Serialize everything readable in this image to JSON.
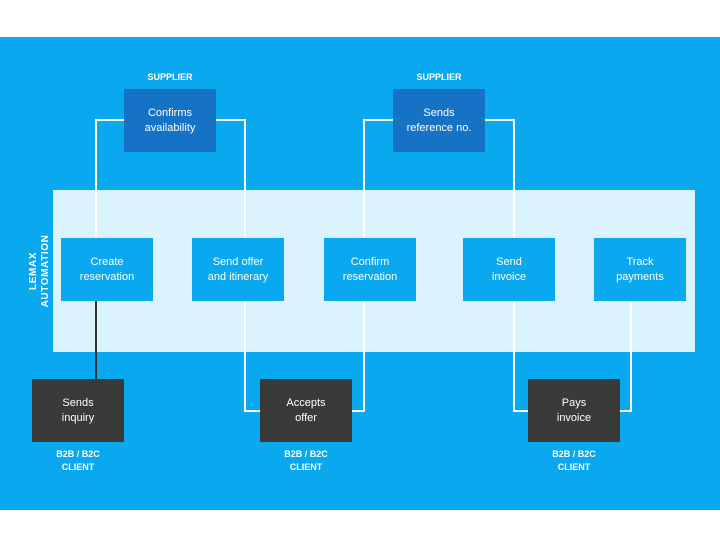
{
  "band_label": [
    "LEMAX",
    "AUTOMATION"
  ],
  "supplier_role": "SUPPLIER",
  "client_role": [
    "B2B / B2C",
    "CLIENT"
  ],
  "supplier_steps": [
    [
      "Confirms",
      "availability"
    ],
    [
      "Sends",
      "reference no."
    ]
  ],
  "automation_steps": [
    [
      "Create",
      "reservation"
    ],
    [
      "Send offer",
      "and itinerary"
    ],
    [
      "Confirm",
      "reservation"
    ],
    [
      "Send",
      "invoice"
    ],
    [
      "Track",
      "payments"
    ]
  ],
  "client_steps": [
    [
      "Sends",
      "inquiry"
    ],
    [
      "Accepts",
      "offer"
    ],
    [
      "Pays",
      "invoice"
    ]
  ],
  "colors": {
    "background": "#0aa8ee",
    "automation_band": "#daf3fc",
    "supplier_box": "#1672c4",
    "client_box": "#3a3a3a",
    "connector": "#ffffff",
    "first_connector": "#333333"
  }
}
